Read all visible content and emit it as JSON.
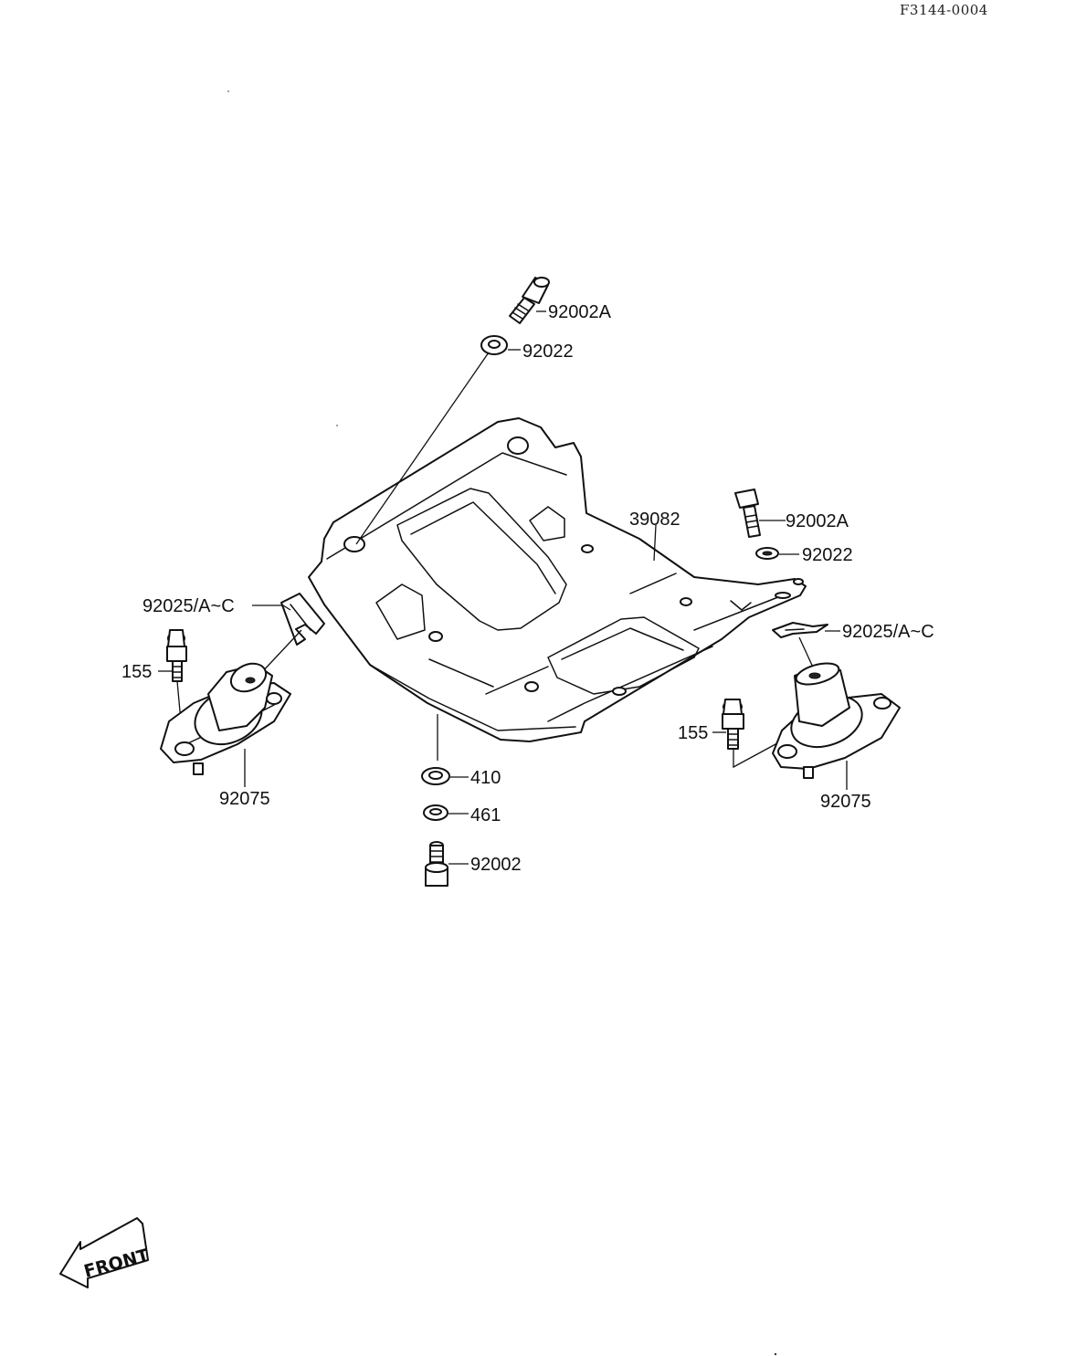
{
  "diagram_code": "F3144-0004",
  "parts": {
    "bolt_top": "92002A",
    "washer_top": "92022",
    "plate": "39082",
    "bolt_right": "92002A",
    "washer_right": "92022",
    "spacer_left": "92025/A~C",
    "spacer_right": "92025/A~C",
    "bolt_155_left": "155",
    "bolt_155_right": "155",
    "mount_left": "92075",
    "mount_right": "92075",
    "washer_410": "410",
    "washer_461": "461",
    "bolt_bottom": "92002"
  },
  "front_label": "FRONT"
}
